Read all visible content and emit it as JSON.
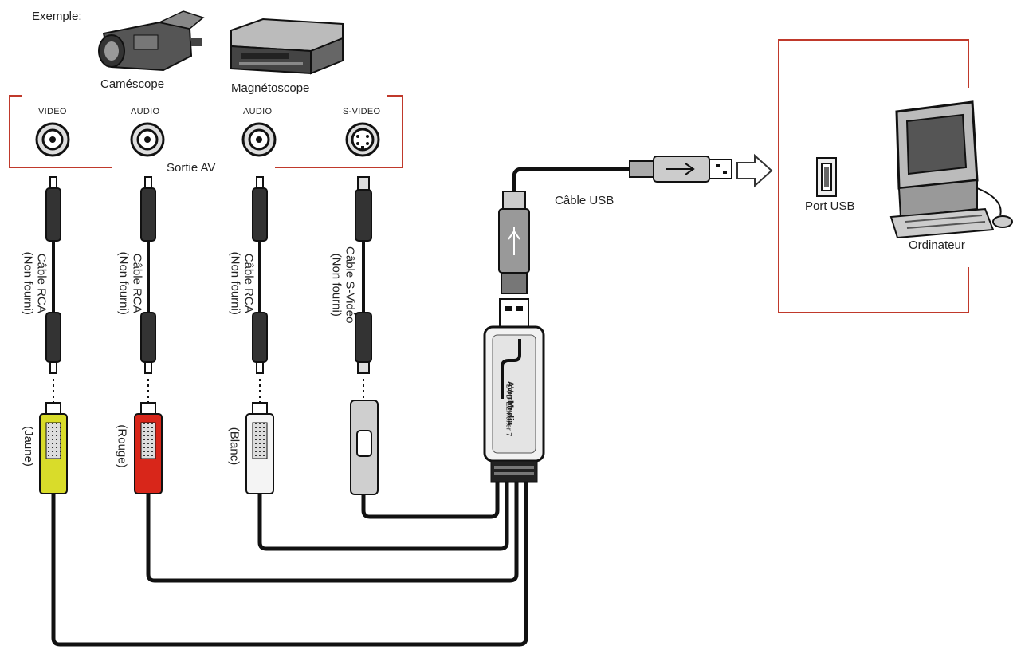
{
  "header": {
    "example_label": "Exemple:"
  },
  "devices": {
    "camcorder": "Caméscope",
    "vcr": "Magnétoscope",
    "computer": "Ordinateur"
  },
  "ports": [
    "VIDEO",
    "AUDIO",
    "AUDIO",
    "S-VIDEO"
  ],
  "av_output_label": "Sortie AV",
  "cables": [
    {
      "name": "Câble RCA",
      "note": "(Non fourni)",
      "color_label": "(Jaune)",
      "plug_color": "#d9dc2a"
    },
    {
      "name": "Câble RCA",
      "note": "(Non fourni)",
      "color_label": "(Rouge)",
      "plug_color": "#d8261a"
    },
    {
      "name": "Câble RCA",
      "note": "(Non fourni)",
      "color_label": "(Blanc)",
      "plug_color": "#f4f4f4"
    },
    {
      "name": "Câble S-Vidéo",
      "note": "(Non fourni)",
      "color_label": "",
      "plug_color": "#cfcfcf"
    }
  ],
  "usb_cable_label": "Câble USB",
  "usb_port_label": "Port USB",
  "device_brand": "AVerMedia",
  "device_model": "DVD EZMaker 7",
  "colors": {
    "frame": "#c0392b",
    "cable": "#111111"
  }
}
